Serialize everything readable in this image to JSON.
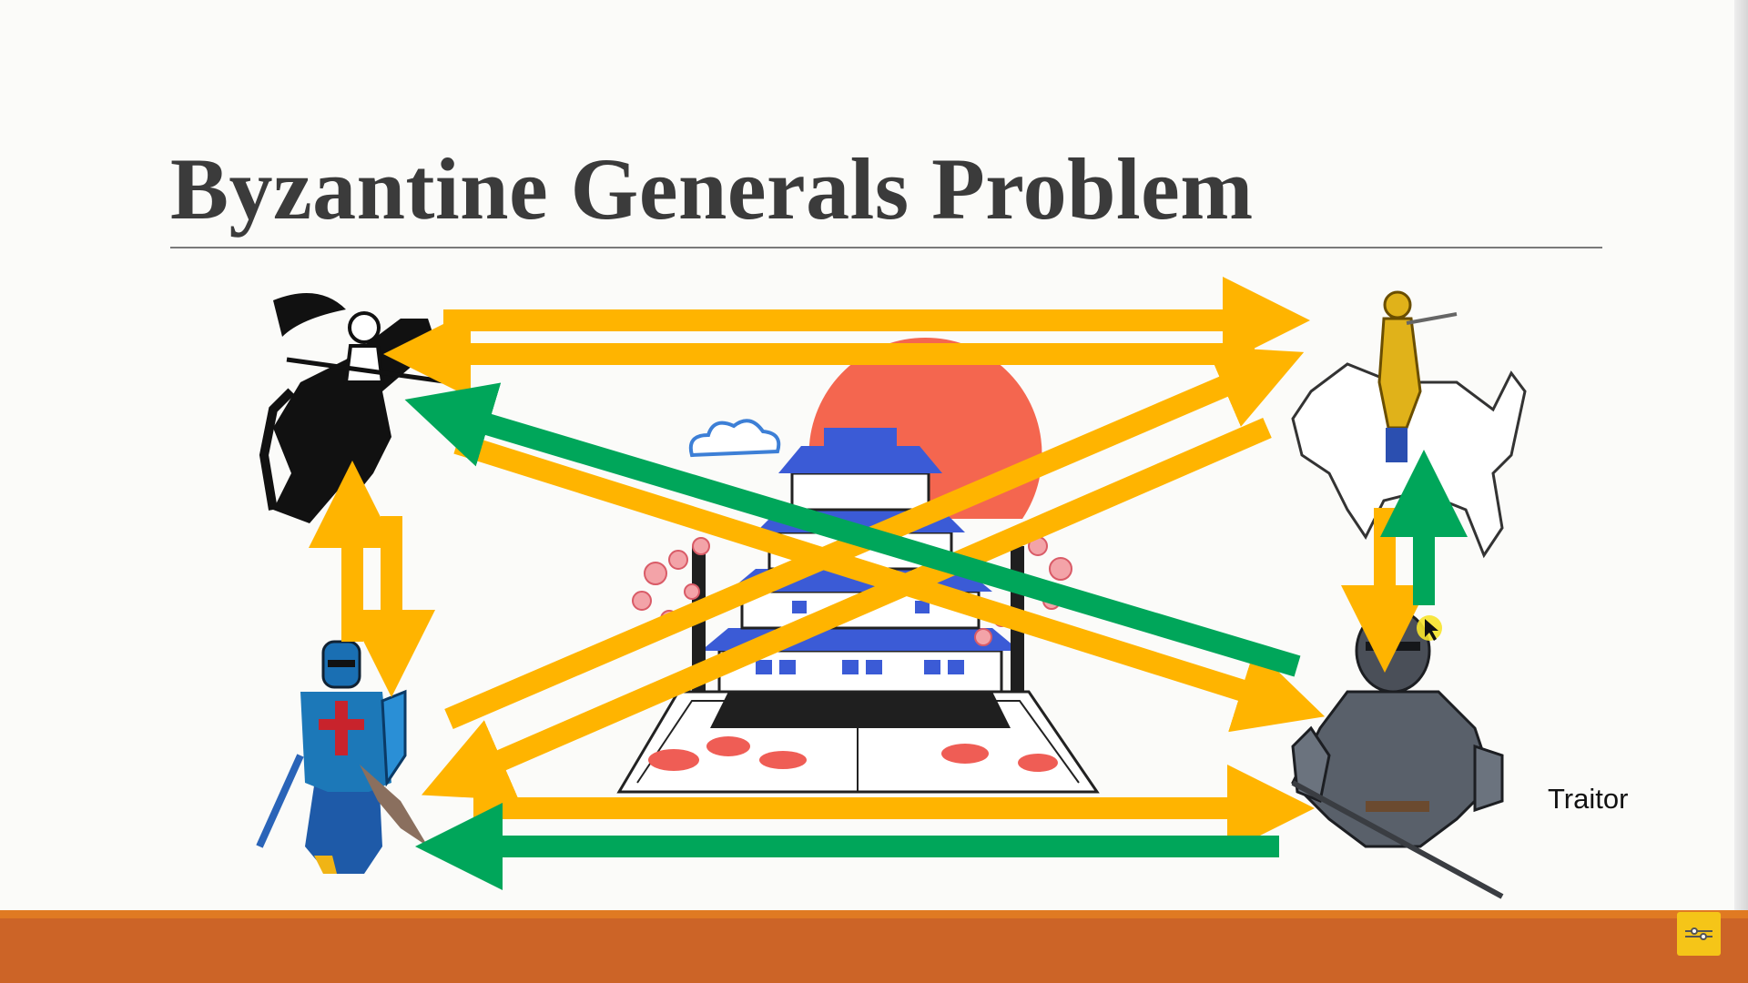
{
  "slide": {
    "title": "Byzantine Generals Problem",
    "traitor_label": "Traitor"
  },
  "colors": {
    "loyal_message": "#ffb400",
    "traitor_message": "#00a65a",
    "footer": "#cc6427",
    "title_text": "#3b3b3b"
  },
  "icons": {
    "top_left_general": "black-knight-on-horse",
    "top_right_general": "golden-knight-on-white-horse",
    "bottom_left_general": "crusader-knight",
    "bottom_right_general": "armored-knight-traitor",
    "center": "japanese-castle-with-sun",
    "footer_nav": "slide-navigation-icon"
  }
}
